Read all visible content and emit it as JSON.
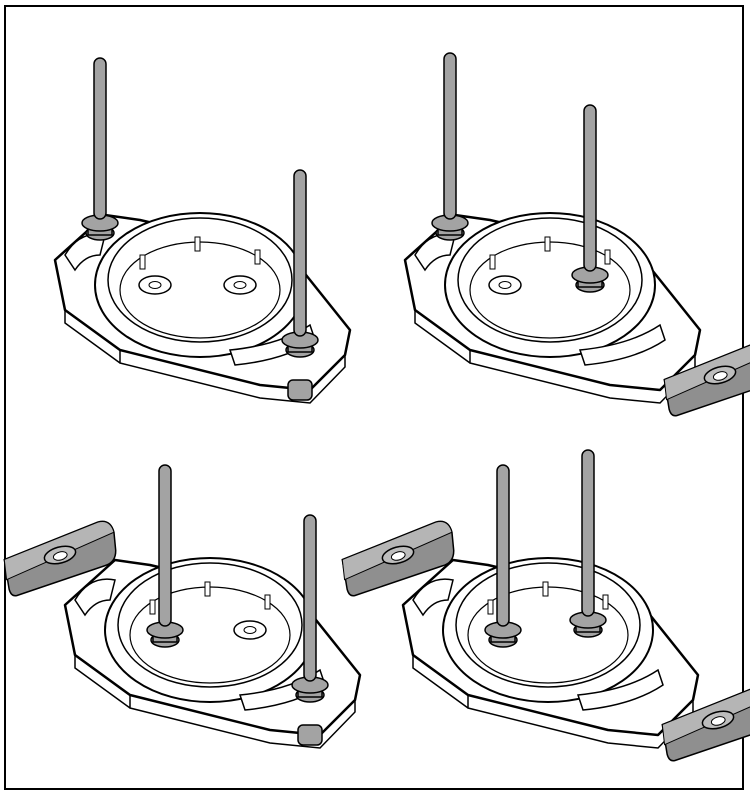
{
  "colors": {
    "outline": "#000000",
    "pin": "#a3a3a3",
    "pad": "#8f8f8f",
    "base": "#ffffff"
  },
  "panels": [
    {
      "id": "top-left",
      "pins": [
        {
          "pos": "left-tab",
          "height": 165
        },
        {
          "pos": "right-tab",
          "height": 170
        }
      ],
      "pads": []
    },
    {
      "id": "top-right",
      "pins": [
        {
          "pos": "left-tab",
          "height": 170
        },
        {
          "pos": "right-hole",
          "height": 170
        }
      ],
      "pads": [
        "bottom-right"
      ]
    },
    {
      "id": "bottom-left",
      "pins": [
        {
          "pos": "left-hole",
          "height": 165
        },
        {
          "pos": "right-tab",
          "height": 170
        }
      ],
      "pads": [
        "top-left"
      ]
    },
    {
      "id": "bottom-right",
      "pins": [
        {
          "pos": "left-hole",
          "height": 165
        },
        {
          "pos": "right-hole",
          "height": 170
        }
      ],
      "pads": [
        "top-left",
        "bottom-right"
      ]
    }
  ]
}
